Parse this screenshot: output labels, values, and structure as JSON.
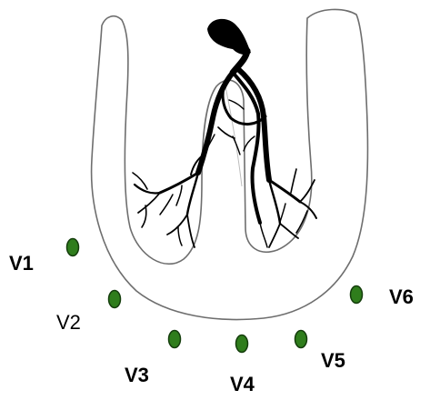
{
  "leads": [
    {
      "id": "v1",
      "label": "V1"
    },
    {
      "id": "v2",
      "label": "V2"
    },
    {
      "id": "v3",
      "label": "V3"
    },
    {
      "id": "v4",
      "label": "V4"
    },
    {
      "id": "v5",
      "label": "V5"
    },
    {
      "id": "v6",
      "label": "V6"
    }
  ],
  "colors": {
    "electrode": "#2f7d1c",
    "electrode_outline": "#143d0c",
    "conduction": "#000000",
    "outline": "#6e6e6e",
    "background": "#ffffff"
  },
  "icons": {
    "electrode": "electrode-dot-icon"
  }
}
